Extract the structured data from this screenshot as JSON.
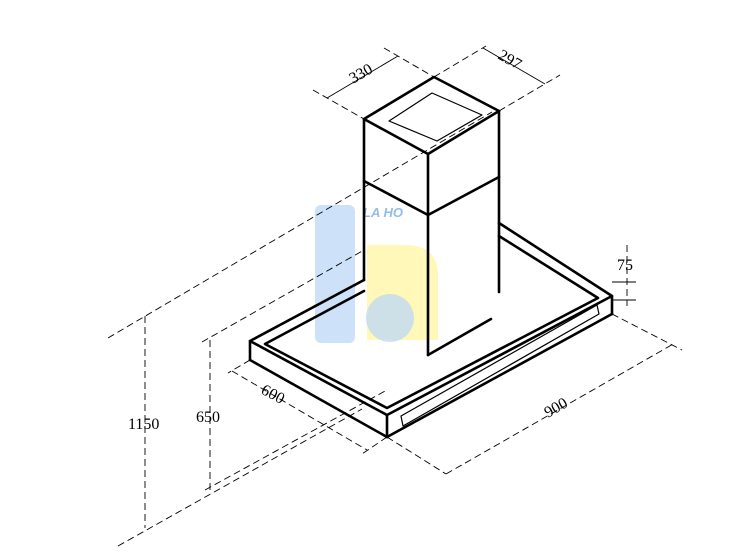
{
  "dimensions": {
    "chimney_width": "330",
    "chimney_depth": "297",
    "hood_thickness": "75",
    "hood_width": "900",
    "hood_depth": "600",
    "min_height": "650",
    "max_height": "1150"
  },
  "watermark": {
    "text": "LA HO",
    "colors": {
      "blue": "#bcd7f7",
      "yellow": "#fff6a8"
    }
  }
}
